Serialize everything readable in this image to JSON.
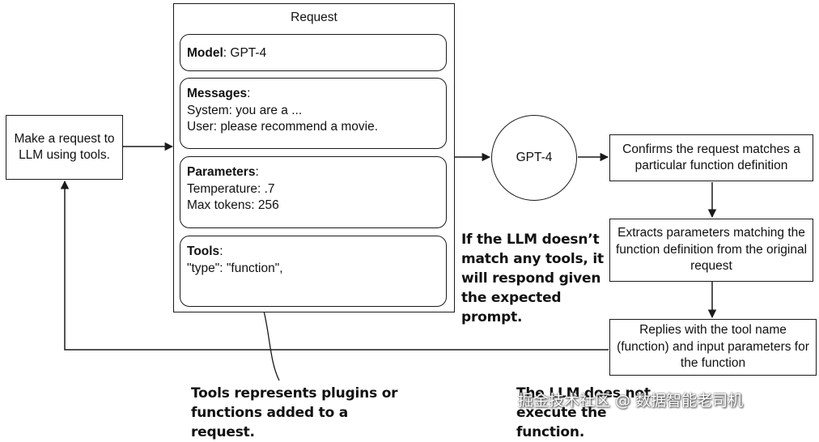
{
  "left_box": {
    "text": "Make a request to LLM using tools."
  },
  "request": {
    "title": "Request",
    "model": {
      "label": "Model",
      "value": ": GPT-4"
    },
    "messages": {
      "label": "Messages",
      "colon": ":",
      "line1": "System: you are a ...",
      "line2": "User: please recommend a movie."
    },
    "parameters": {
      "label": "Parameters",
      "colon": ":",
      "line1": "Temperature: .7",
      "line2": "Max tokens: 256"
    },
    "tools": {
      "label": "Tools",
      "colon": ":",
      "line1": "\"type\": \"function\","
    }
  },
  "llm_node": {
    "label": "GPT-4"
  },
  "steps": {
    "confirm": "Confirms the request matches a particular function definition",
    "extract": "Extracts parameters matching the function definition from the original request",
    "reply": "Replies with the tool name (function) and input parameters for the function"
  },
  "notes": {
    "no_match": "If the LLM doesn’t match any tools, it will respond given the expected prompt.",
    "tools_note": "Tools represents plugins or functions added to a request.",
    "no_exec": "The LLM does not execute the function."
  },
  "watermark": "掘金技术社区 @ 数据智能老司机"
}
